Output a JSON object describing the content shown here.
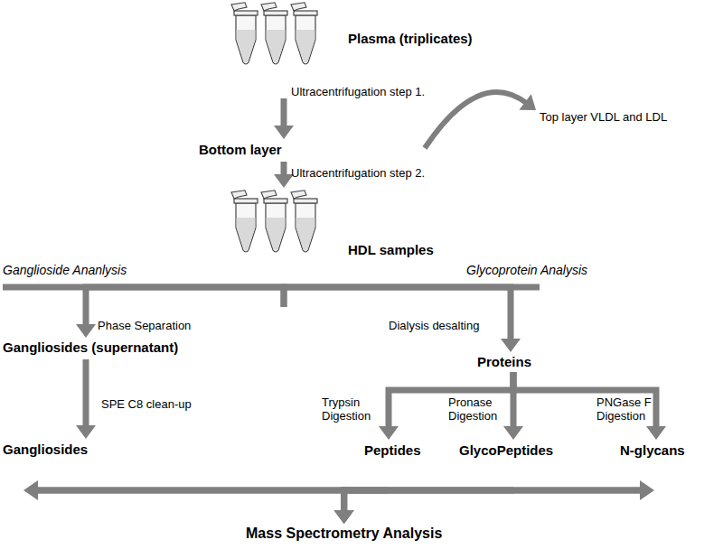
{
  "diagram": {
    "nodes": [
      {
        "text": [
          "Plasma (triplicates)"
        ]
      },
      {
        "text": [
          "Bottom layer"
        ]
      },
      {
        "text": [
          "Top layer VLDL and LDL"
        ]
      },
      {
        "text": [
          "HDL samples"
        ]
      },
      {
        "text": [
          "Gangliosides (supernatant)"
        ]
      },
      {
        "text": [
          "Proteins"
        ]
      },
      {
        "text": [
          "Gangliosides"
        ]
      },
      {
        "text": [
          "Peptides"
        ]
      },
      {
        "text": [
          "GlycoPeptides"
        ]
      },
      {
        "text": [
          "N-glycans"
        ]
      },
      {
        "text": [
          "Mass Spectrometry Analysis"
        ]
      }
    ],
    "edges": [
      {
        "from": 0,
        "to": 1,
        "arrow": "to",
        "label": "Ultracentrifugation step 1."
      },
      {
        "from": 0,
        "to": 2,
        "arrow": "to"
      },
      {
        "from": 1,
        "to": 3,
        "arrow": "to",
        "label": "Ultracentrifugation step 2."
      },
      {
        "from": 3,
        "to": 4,
        "arrow": "to",
        "label": "Phase Separation"
      },
      {
        "from": 3,
        "to": 5,
        "arrow": "to",
        "label": "Dialysis desalting"
      },
      {
        "from": 4,
        "to": 6,
        "arrow": "to",
        "label": "SPE C8 clean-up"
      },
      {
        "from": 5,
        "to": 7,
        "arrow": "to",
        "label": "Trypsin Digestion"
      },
      {
        "from": 5,
        "to": 8,
        "arrow": "to",
        "label": "Pronase Digestion"
      },
      {
        "from": 5,
        "to": 9,
        "arrow": "to",
        "label": "PNGase F Digestion"
      },
      {
        "from": 6,
        "to": 10,
        "arrow": "to"
      },
      {
        "from": 7,
        "to": 10,
        "arrow": "to"
      },
      {
        "from": 8,
        "to": 10,
        "arrow": "to"
      },
      {
        "from": 9,
        "to": 10,
        "arrow": "to"
      }
    ],
    "labels": [
      "Ganglioside Ananlysis",
      "Glycoprotein Analysis"
    ]
  }
}
